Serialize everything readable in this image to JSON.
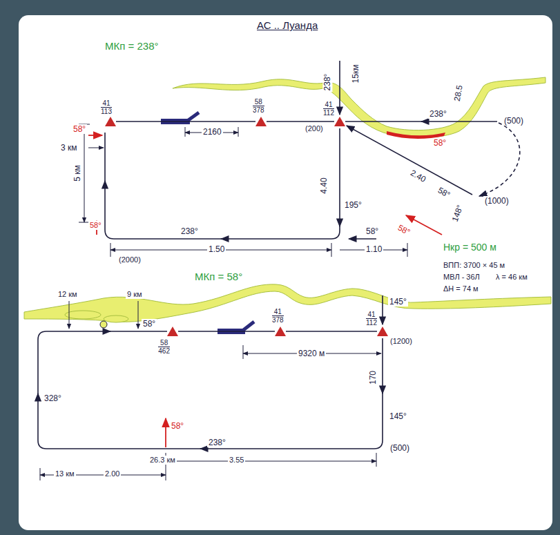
{
  "diagram": {
    "title": "АС .. Луанда",
    "nodes": [
      {
        "text": [
          "41",
          "113"
        ]
      },
      {
        "text": [
          "58",
          "378"
        ]
      },
      {
        "text": [
          "41",
          "112"
        ]
      },
      {
        "text": [
          "58",
          "462"
        ]
      },
      {
        "text": [
          "41",
          "378"
        ]
      },
      {
        "text": [
          "41",
          "112"
        ]
      }
    ],
    "edges": [
      {
        "from": 0,
        "to": 1,
        "arrow": "none"
      },
      {
        "from": 1,
        "to": 2,
        "arrow": "none"
      },
      {
        "from": 3,
        "to": 4,
        "arrow": "none"
      },
      {
        "from": 4,
        "to": 5,
        "arrow": "none"
      }
    ],
    "labels": [
      "МКп = 238°",
      "58°",
      "3 км",
      "5 км",
      "2160",
      "(200)",
      "238°",
      "15км",
      "28.5",
      "238°",
      "(500)",
      "58°",
      "2.40",
      "58°",
      "(1000)",
      "148°",
      "4.40",
      "195°",
      "58°",
      "238°",
      "58°",
      "(2000)",
      "1.50",
      "1.10",
      "58°",
      "Нкр = 500 м",
      "ВПП: 3700 × 45 м",
      "МВЛ - 36Л",
      "λ = 46 км",
      "ΔН = 74 м",
      "МКп = 58°",
      "12 км",
      "9 км",
      "58°",
      "9320 м",
      "(1200)",
      "145°",
      "170",
      "145°",
      "328°",
      "58°",
      "238°",
      "(500)",
      "26.3 км",
      "3.55",
      "13 км",
      "2.00"
    ]
  }
}
